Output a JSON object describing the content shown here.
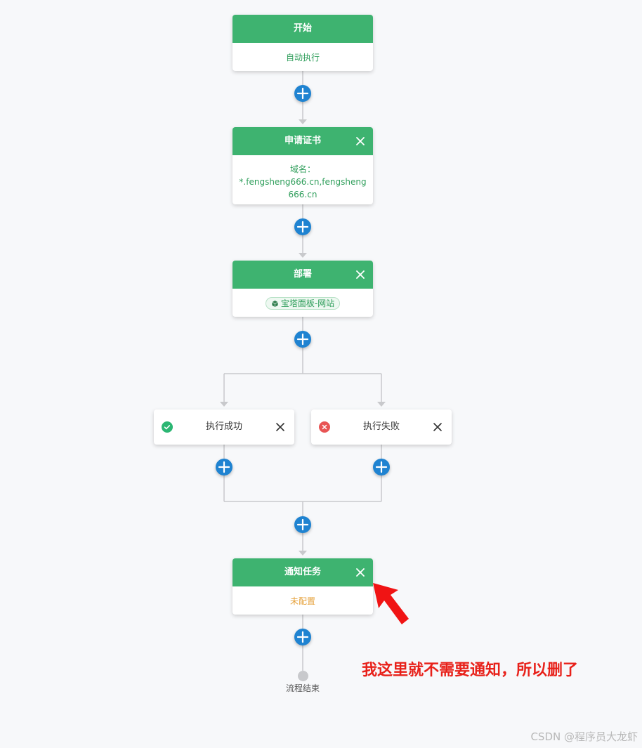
{
  "flow": {
    "start": {
      "title": "开始",
      "body": "自动执行"
    },
    "apply_cert": {
      "title": "申请证书",
      "domain_label": "域名：",
      "domain_value": "*.fengsheng666.cn,fengsheng666.cn"
    },
    "deploy": {
      "title": "部署",
      "tag_label": "宝塔面板-网站"
    },
    "branches": {
      "success": {
        "label": "执行成功"
      },
      "failure": {
        "label": "执行失败"
      }
    },
    "notify": {
      "title": "通知任务",
      "body": "未配置"
    },
    "end": {
      "label": "流程结束"
    }
  },
  "annotation": {
    "text": "我这里就不需要通知，所以删了"
  },
  "watermark": {
    "text": "CSDN @程序员大龙虾"
  },
  "colors": {
    "node_header": "#3eb370",
    "node_text": "#2f9e5b",
    "add_button": "#1f83d1",
    "connector": "#c8c9cc",
    "success": "#2bb673",
    "failure": "#e85454",
    "pending": "#e6a23c",
    "annotation": "#e8211a"
  }
}
